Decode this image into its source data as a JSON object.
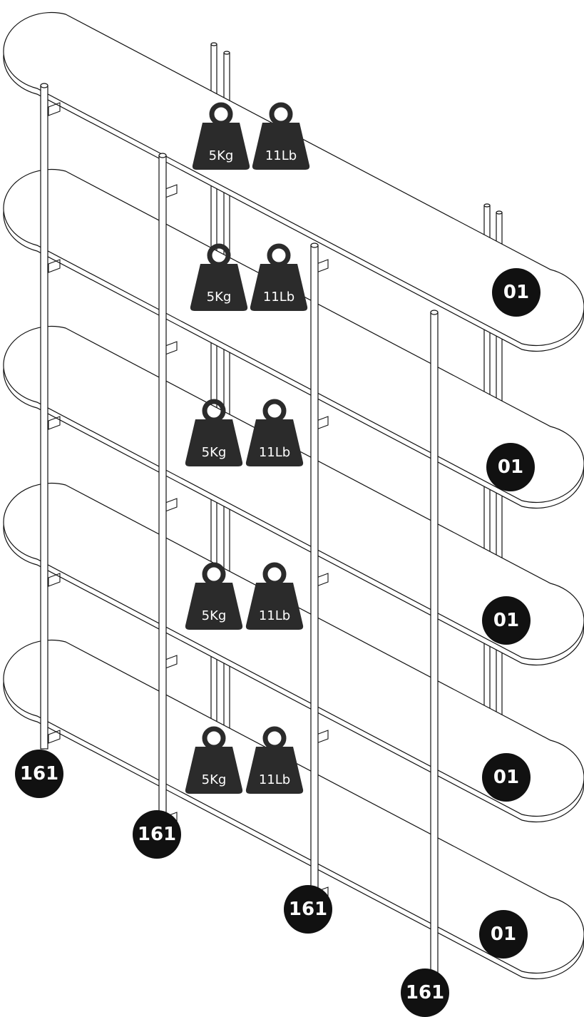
{
  "diagram": {
    "shelf_part_label": "01",
    "post_part_label": "161",
    "load_limit": {
      "metric": "5Kg",
      "imperial": "11Lb"
    },
    "shelf_count": 5,
    "post_count": 4
  }
}
